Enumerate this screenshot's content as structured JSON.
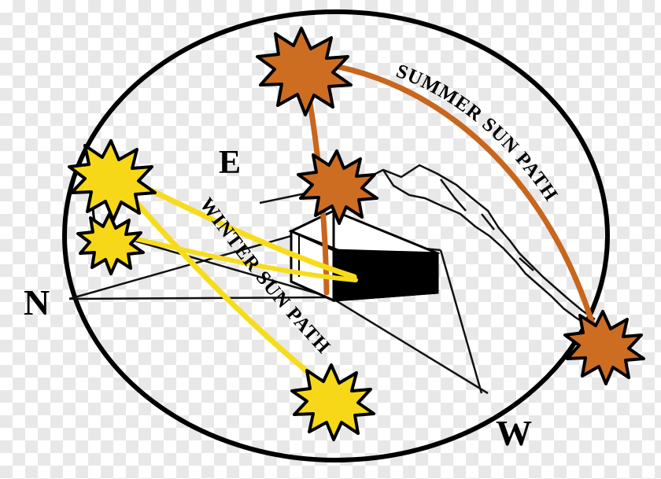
{
  "diagram": {
    "title": "Sun path diagram over a house",
    "type": "solar-path-illustration",
    "compass_labels": {
      "north": "N",
      "east": "E",
      "west": "W"
    },
    "path_labels": {
      "summer": "SUMMER SUN PATH",
      "winter": "WINTER SUN PATH"
    },
    "colors": {
      "summer_path": "#c8661d",
      "winter_path": "#f7dc1e",
      "summer_sun_fill": "#cc6d22",
      "winter_sun_fill": "#f6d818",
      "dome_outline": "#000000",
      "house_roof_fill": "#ffffff",
      "house_wall_fill": "#000000",
      "terrain_outline": "#1a1a1a"
    },
    "elements": {
      "summer_sun_high": "sun-summer-high",
      "summer_sun_mid": "sun-summer-mid",
      "summer_sun_set": "sun-summer-set",
      "winter_sun_rise": "sun-winter-rise",
      "winter_sun_low": "sun-winter-low",
      "winter_sun_set": "sun-winter-set",
      "house": "house",
      "mountain_ridge": "mountain-ridge",
      "sky_dome": "sky-dome"
    }
  }
}
